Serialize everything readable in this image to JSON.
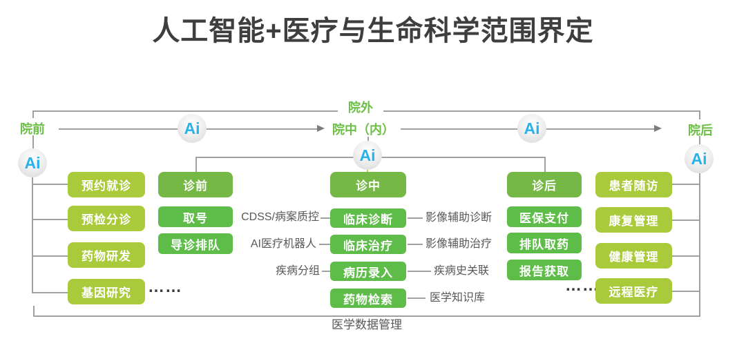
{
  "title": "人工智能+医疗与生命科学范围界定",
  "ai_label": "Ai",
  "stages": {
    "pre_hospital": "院前",
    "outside_hospital": "院外",
    "in_hospital": "院中（内）",
    "post_hospital": "院后"
  },
  "columns": {
    "pre_hospital": {
      "items": [
        "预约就诊",
        "预检分诊",
        "药物研发",
        "基因研究"
      ],
      "ellipsis": "……"
    },
    "pre_clinic": {
      "header": "诊前",
      "items": [
        "取号",
        "导诊排队"
      ]
    },
    "in_clinic": {
      "header": "诊中",
      "items": [
        "临床诊断",
        "临床治疗",
        "病历录入",
        "药物检索"
      ]
    },
    "post_clinic": {
      "header": "诊后",
      "items": [
        "医保支付",
        "排队取药",
        "报告获取"
      ],
      "ellipsis": "……"
    },
    "post_hospital": {
      "items": [
        "患者随访",
        "康复管理",
        "健康管理",
        "远程医疗"
      ]
    }
  },
  "annotations": {
    "left": [
      "CDSS/病案质控",
      "AI医疗机器人",
      "疾病分组"
    ],
    "right": [
      "影像辅助诊断",
      "影像辅助治疗",
      "疾病史关联",
      "医学知识库"
    ]
  },
  "bottom_label": "医学数据管理",
  "colors": {
    "light_green_box": "#a8ca3b",
    "category_green_box": "#76b845",
    "sub_green_box": "#5ebd49",
    "stage_text_green": "#6bbf45",
    "ai_blue": "#29b2ea",
    "line_gray": "#a0a0a0",
    "annotation_gray": "#595757",
    "title_gray": "#3e3e3e"
  }
}
